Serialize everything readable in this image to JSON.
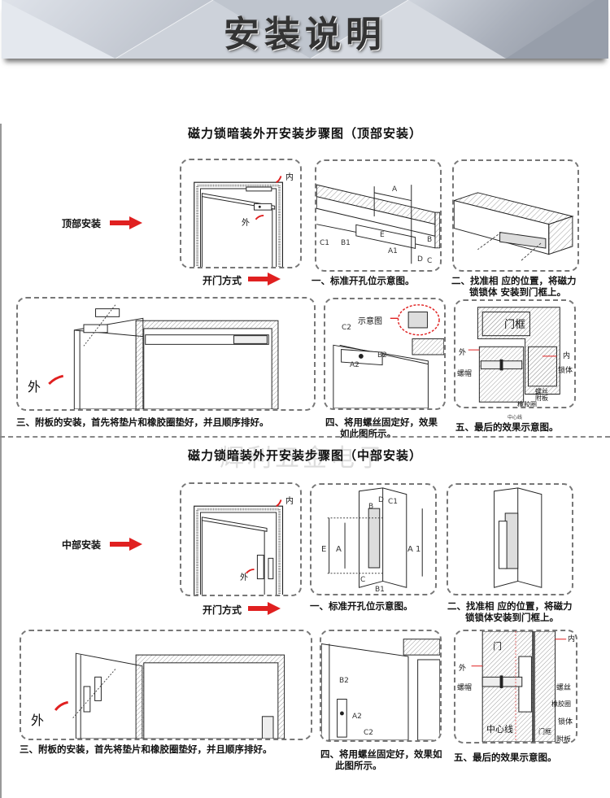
{
  "banner": {
    "title": "安装说明"
  },
  "colors": {
    "accent_red": "#e02020",
    "line": "#222222",
    "dash": "#777777"
  },
  "watermark": "辉利五金电子",
  "sections": [
    {
      "title": "磁力锁暗装外开安装步骤图（顶部安装）",
      "mount_label": "顶部安装",
      "open_method_label": "开门方式",
      "diagram_labels": {
        "inner": "内",
        "outer": "外"
      },
      "steps": [
        {
          "caption": "一、标准开孔位示意图。",
          "dims": [
            "A",
            "C1",
            "B1",
            "E",
            "A1",
            "B",
            "D",
            "C"
          ]
        },
        {
          "caption_line1": "二、找准相 应的位置，将磁力",
          "caption_line2": "锁锁体 安装到门框上。"
        },
        {
          "caption": "三、附板的安装，首先将垫片和橡胶圈垫好，并且顺序排好。",
          "outer_label": "外"
        },
        {
          "caption_line1": "四、将用螺丝固定好，效果",
          "caption_line2": "如此图所示。",
          "dims": [
            "C2",
            "B2",
            "A2"
          ],
          "detail_label": "示意图"
        },
        {
          "caption": "五、最后的效果示意图。",
          "center_line": "中心线",
          "labels": {
            "frame": "门框",
            "outer": "外",
            "cap": "螺帽",
            "inner": "内",
            "lock_body": "锁体",
            "screw": "螺丝",
            "plate": "附板",
            "rubber": "橡胶圈"
          }
        }
      ]
    },
    {
      "title": "磁力锁暗装外开安装步骤图（中部安装）",
      "mount_label": "中部安装",
      "open_method_label": "开门方式",
      "diagram_labels": {
        "inner": "内",
        "outer": "外"
      },
      "steps": [
        {
          "caption": "一、标准开孔位示意图。",
          "dims": [
            "B",
            "D",
            "C1",
            "E",
            "A",
            "A 1",
            "C",
            "B1"
          ]
        },
        {
          "caption_line1": "二、找准相 应的位置，将磁力",
          "caption_line2": "锁锁体安装到门框上。"
        },
        {
          "caption": "三、附板的安装，首先将垫片和橡胶圈垫好，并且顺序排好。",
          "outer_label": "外"
        },
        {
          "caption_line1": "四、将用螺丝固定好，效果如",
          "caption_line2": "此图所示。",
          "dims": [
            "B2",
            "A2",
            "C2"
          ]
        },
        {
          "caption": "五、最后的效果示意图。",
          "center_line": "中心线",
          "labels": {
            "door": "门",
            "outer": "外",
            "cap": "螺帽",
            "inner": "内",
            "screw": "螺丝",
            "rubber": "橡胶圈",
            "lock_body": "锁体",
            "frame": "门框",
            "plate": "附板"
          }
        }
      ]
    }
  ]
}
